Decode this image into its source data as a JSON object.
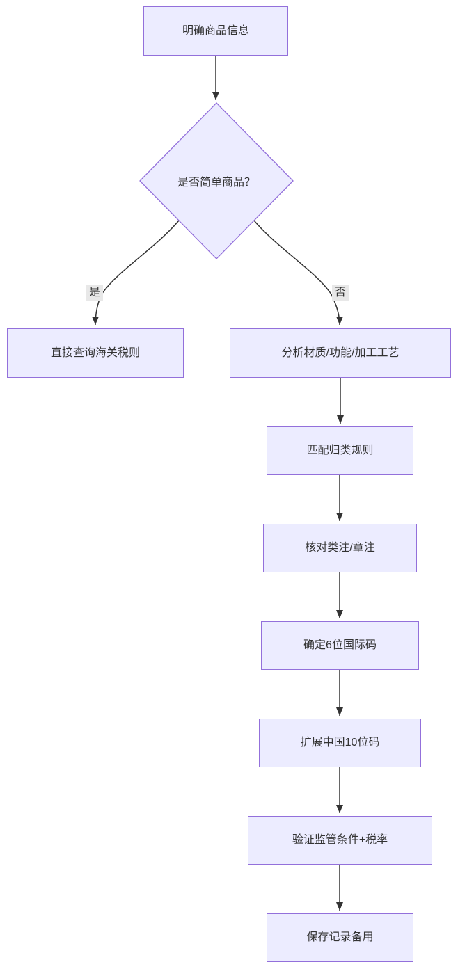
{
  "diagram": {
    "type": "flowchart",
    "nodes": [
      {
        "id": "A",
        "shape": "rect",
        "label": "明确商品信息"
      },
      {
        "id": "B",
        "shape": "diamond",
        "label": "是否简单商品？"
      },
      {
        "id": "C",
        "shape": "rect",
        "label": "直接查询海关税则"
      },
      {
        "id": "D",
        "shape": "rect",
        "label": "分析材质/功能/加工工艺"
      },
      {
        "id": "E",
        "shape": "rect",
        "label": "匹配归类规则"
      },
      {
        "id": "F",
        "shape": "rect",
        "label": "核对类注/章注"
      },
      {
        "id": "G",
        "shape": "rect",
        "label": "确定6位国际码"
      },
      {
        "id": "H",
        "shape": "rect",
        "label": "扩展中国10位码"
      },
      {
        "id": "I",
        "shape": "rect",
        "label": "验证监管条件+税率"
      },
      {
        "id": "J",
        "shape": "rect",
        "label": "保存记录备用"
      }
    ],
    "edges": [
      {
        "from": "明确商品信息",
        "to": "是否简单商品？",
        "label": ""
      },
      {
        "from": "是否简单商品？",
        "to": "直接查询海关税则",
        "label": "是"
      },
      {
        "from": "是否简单商品？",
        "to": "分析材质/功能/加工工艺",
        "label": "否"
      },
      {
        "from": "分析材质/功能/加工工艺",
        "to": "匹配归类规则",
        "label": ""
      },
      {
        "from": "匹配归类规则",
        "to": "核对类注/章注",
        "label": ""
      },
      {
        "from": "核对类注/章注",
        "to": "确定6位国际码",
        "label": ""
      },
      {
        "from": "确定6位国际码",
        "to": "扩展中国10位码",
        "label": ""
      },
      {
        "from": "扩展中国10位码",
        "to": "验证监管条件+税率",
        "label": ""
      },
      {
        "from": "验证监管条件+税率",
        "to": "保存记录备用",
        "label": ""
      }
    ],
    "colors": {
      "node_fill": "#ECECFF",
      "node_border": "#9370DB",
      "edge_line": "#333333",
      "edge_label_bg": "#e8e8e8",
      "text": "#333333",
      "background": "#ffffff"
    }
  }
}
